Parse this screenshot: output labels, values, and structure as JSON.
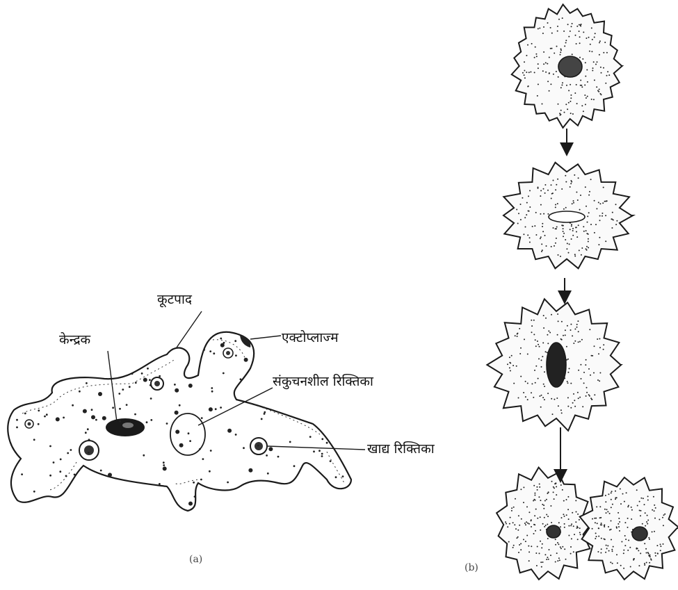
{
  "panel_a": {
    "labels": {
      "pseudopod": "कूटपाद",
      "nucleus": "केन्द्रक",
      "ectoplasm": "एक्टोप्लाज्म",
      "contractile_vacuole": "संकुचनशील रिक्तिका",
      "food_vacuole": "खाद्य रिक्तिका"
    },
    "caption": "(a)"
  },
  "panel_b": {
    "caption": "(b)",
    "stage_count": 4
  }
}
